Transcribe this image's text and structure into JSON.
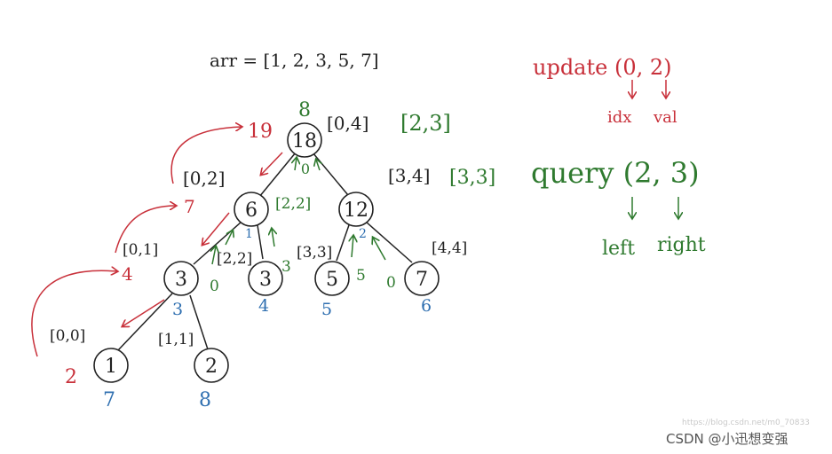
{
  "arr_text": "arr = [1, 2, 3, 5, 7]",
  "tree": {
    "root": {
      "value": "18",
      "range": "[0,4]",
      "green_range": "[2,3]",
      "red_sum": "19",
      "green_top": "8",
      "green_below": "0"
    },
    "n6": {
      "value": "6",
      "range": "[0,2]",
      "green_range": "[2,2]",
      "red_sum": "7",
      "blue_idx": "1"
    },
    "n12": {
      "value": "12",
      "range": "[3,4]",
      "green_range": "[3,3]",
      "blue_idx": "2"
    },
    "n3a": {
      "value": "3",
      "range": "[0,1]",
      "red_sum": "4",
      "blue_idx": "3",
      "green_left": "0"
    },
    "n3b": {
      "value": "3",
      "range": "[2,2]",
      "blue_idx": "4",
      "green_right": "3"
    },
    "n5": {
      "value": "5",
      "range": "[3,3]",
      "blue_idx": "5",
      "green_right": "5"
    },
    "n7": {
      "value": "7",
      "range": "[4,4]",
      "blue_idx": "6",
      "green_left": "0"
    },
    "n1": {
      "value": "1",
      "range": "[0,0]",
      "red_sum": "2",
      "blue_idx": "7"
    },
    "n2": {
      "value": "2",
      "range": "[1,1]",
      "blue_idx": "8"
    }
  },
  "update": {
    "call": "update (0, 2)",
    "arg1": "idx",
    "arg2": "val"
  },
  "query": {
    "call": "query (2, 3)",
    "arg1": "left",
    "arg2": "right"
  },
  "watermark": "CSDN @小迅想变强",
  "watermark_faint": "https://blog.csdn.net/m0_70833",
  "colors": {
    "red": "#c8303a",
    "green": "#2f7a2f",
    "blue": "#2f6fb0",
    "ink": "#222222"
  }
}
